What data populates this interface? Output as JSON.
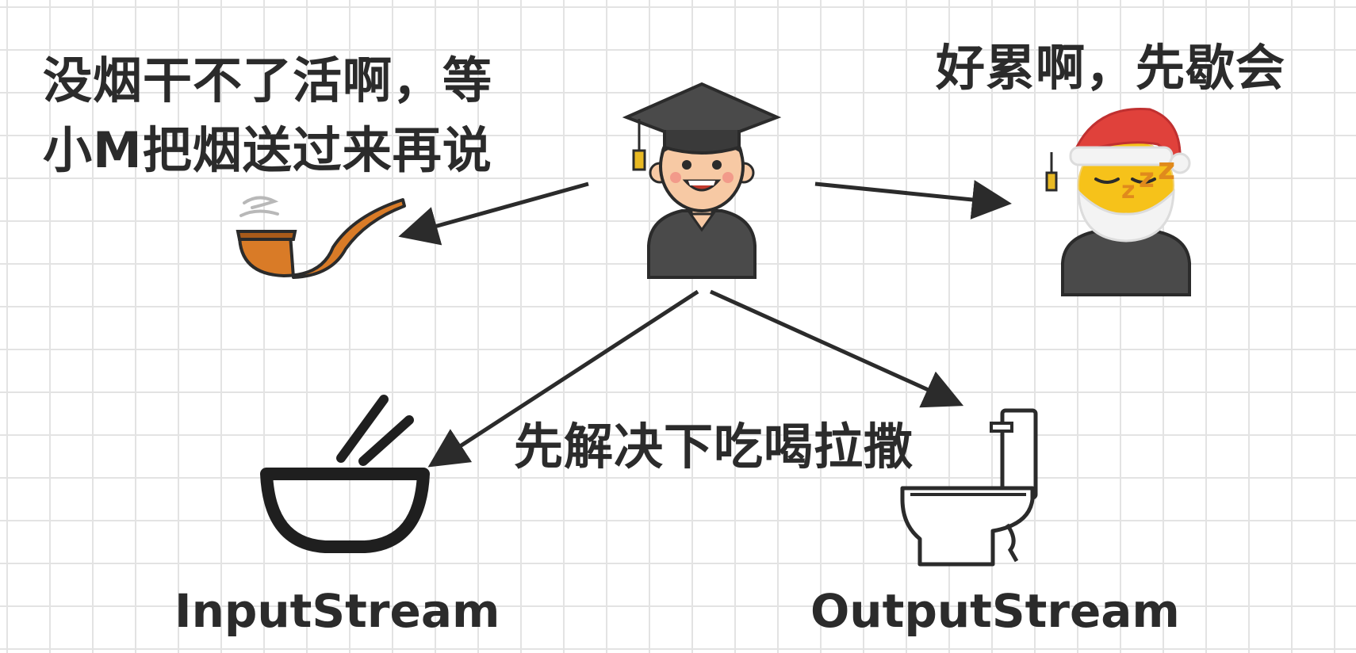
{
  "labels": {
    "pipe_thought": "没烟干不了活啊，等\n小M把烟送过来再说",
    "rest_thought": "好累啊，先歇会",
    "eat_thought": "先解决下吃喝拉撒"
  },
  "captions": {
    "input_stream": "InputStream",
    "output_stream": "OutputStream"
  },
  "colors": {
    "arrow": "#2b2b2b",
    "text": "#2b2b2b",
    "grid": "#e3e3e3",
    "pipe": "#d97b27",
    "santa_hat": "#e0413b",
    "sleep_face": "#f6c21a",
    "zzz": "#e08a1c",
    "skin": "#f7c9a4",
    "gown": "#4a4a4a"
  },
  "icons": {
    "student": "graduate-student-icon",
    "pipe": "smoking-pipe-icon",
    "sleeping": "sleeping-graduate-icon",
    "bowl": "bowl-with-chopsticks-icon",
    "toilet": "toilet-icon"
  }
}
